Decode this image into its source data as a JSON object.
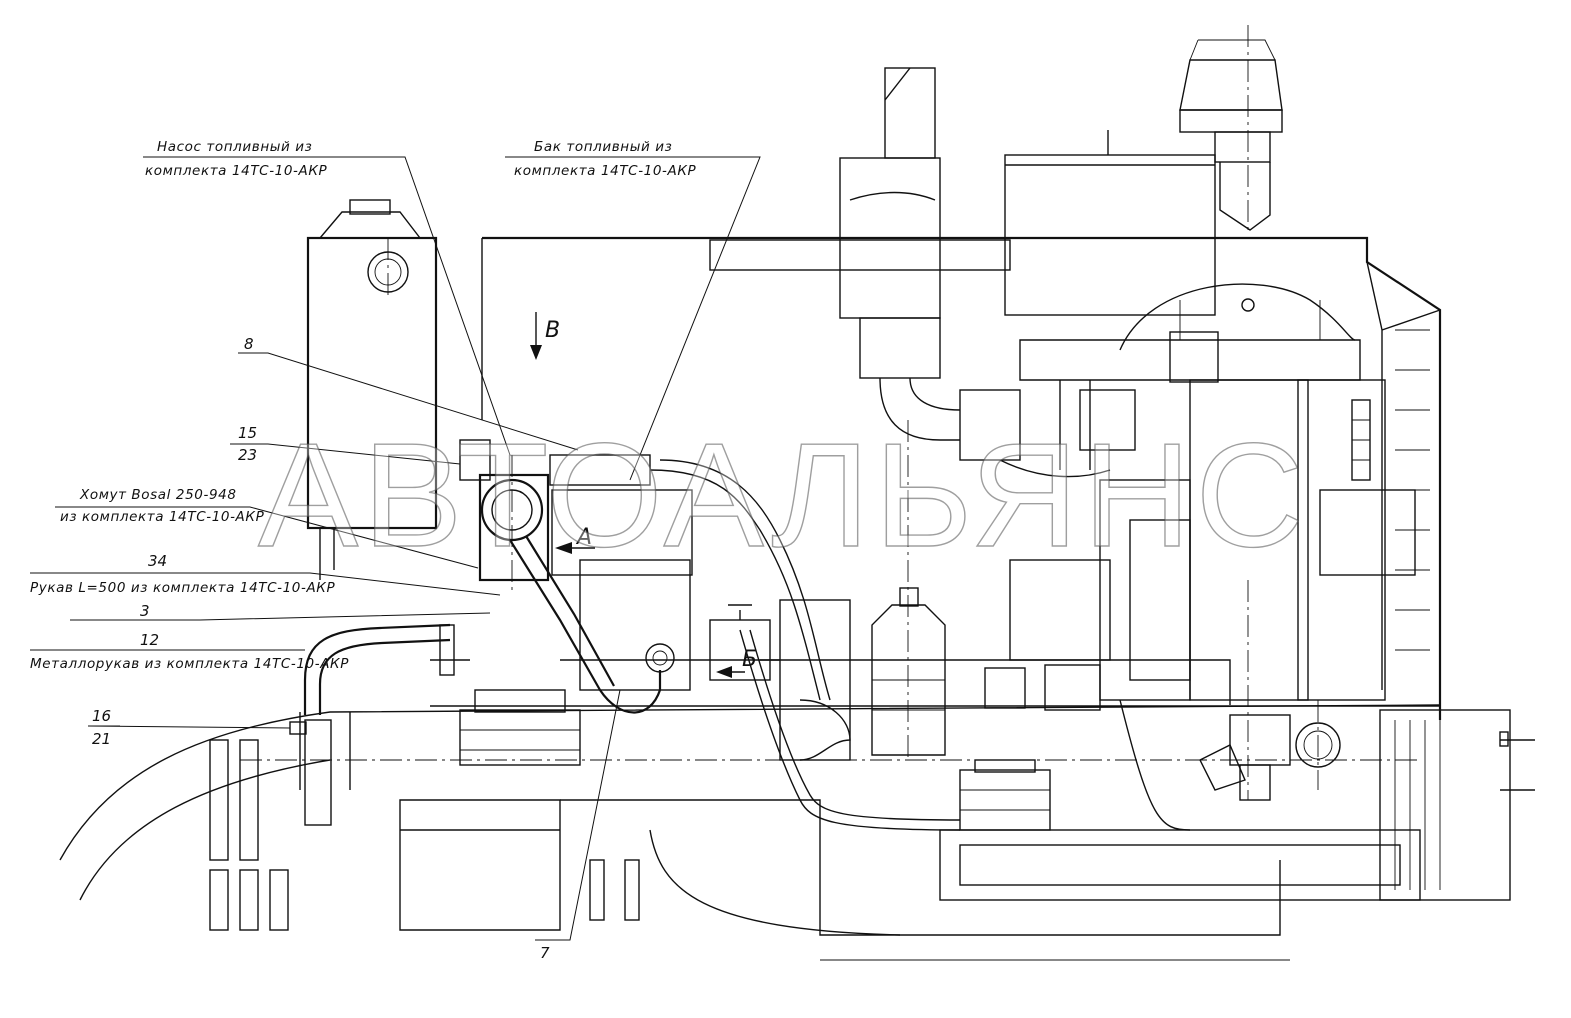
{
  "labels": {
    "pump_line1": "Насос топливный из",
    "pump_line2": "комплекта 14ТС-10-АКР",
    "tank_line1": "Бак топливный из",
    "tank_line2": "комплекта 14ТС-10-АКР",
    "clamp_line1": "Хомут Bosal 250-948",
    "clamp_line2": "из комплекта 14ТС-10-АКР",
    "hose_line": "Рукав L=500 из комплекта 14ТС-10-АКР",
    "metal_hose_line": "Металлорукав из комплекта 14ТС-10-АКР"
  },
  "positions": {
    "p8": "8",
    "p15": "15",
    "p23": "23",
    "p34": "34",
    "p3": "3",
    "p12": "12",
    "p16": "16",
    "p21": "21",
    "p7": "7"
  },
  "views": {
    "v": "В",
    "a": "А",
    "b": "Б"
  },
  "watermark": "АВТОАЛЬЯНС"
}
